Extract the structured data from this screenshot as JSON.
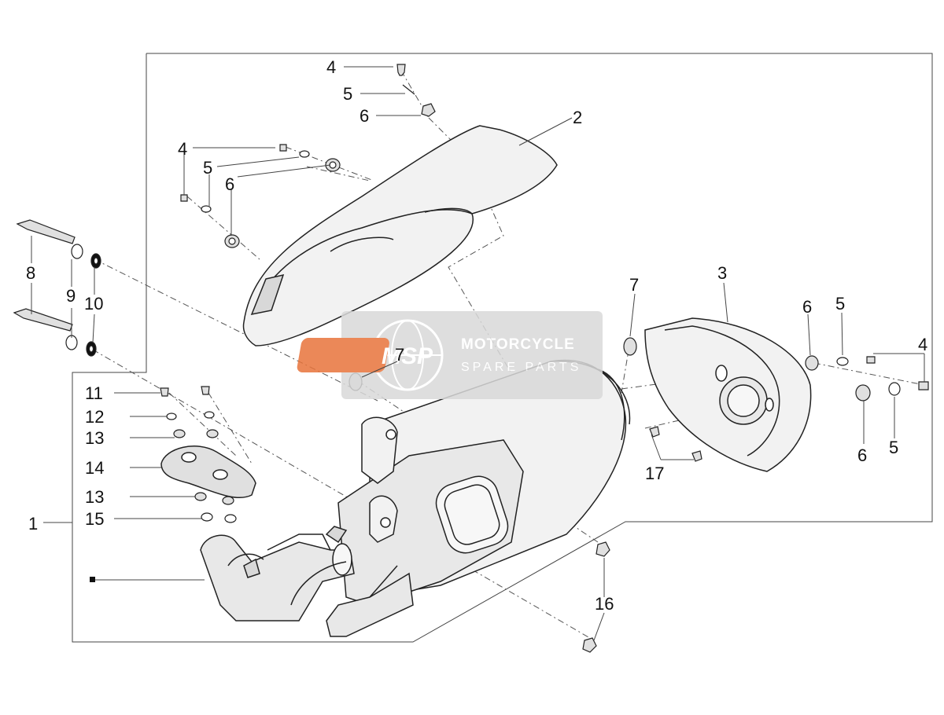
{
  "diagram": {
    "callouts": [
      "1",
      "2",
      "3",
      "4",
      "5",
      "6",
      "7",
      "8",
      "9",
      "10",
      "11",
      "12",
      "13",
      "14",
      "15",
      "16",
      "17"
    ],
    "callout_text": {
      "c1": "1",
      "c2": "2",
      "c3": "3",
      "c4a": "4",
      "c4b": "4",
      "c4c": "4",
      "c5a": "5",
      "c5b": "5",
      "c5c": "5",
      "c5d": "5",
      "c6a": "6",
      "c6b": "6",
      "c6c": "6",
      "c6d": "6",
      "c7a": "7",
      "c7b": "7",
      "c8": "8",
      "c9": "9",
      "c10": "10",
      "c11": "11",
      "c12": "12",
      "c13a": "13",
      "c13b": "13",
      "c14": "14",
      "c15": "15",
      "c16": "16",
      "c17": "17"
    }
  },
  "watermark": {
    "logo": "MSP",
    "title": "MOTORCYCLE",
    "subtitle": "SPARE PARTS",
    "bg_color": "#d9d9d9",
    "accent_color": "#e8743b"
  },
  "colors": {
    "line": "#222222",
    "part_fill": "#f2f2f2",
    "part_shade": "#d8d8d8"
  }
}
